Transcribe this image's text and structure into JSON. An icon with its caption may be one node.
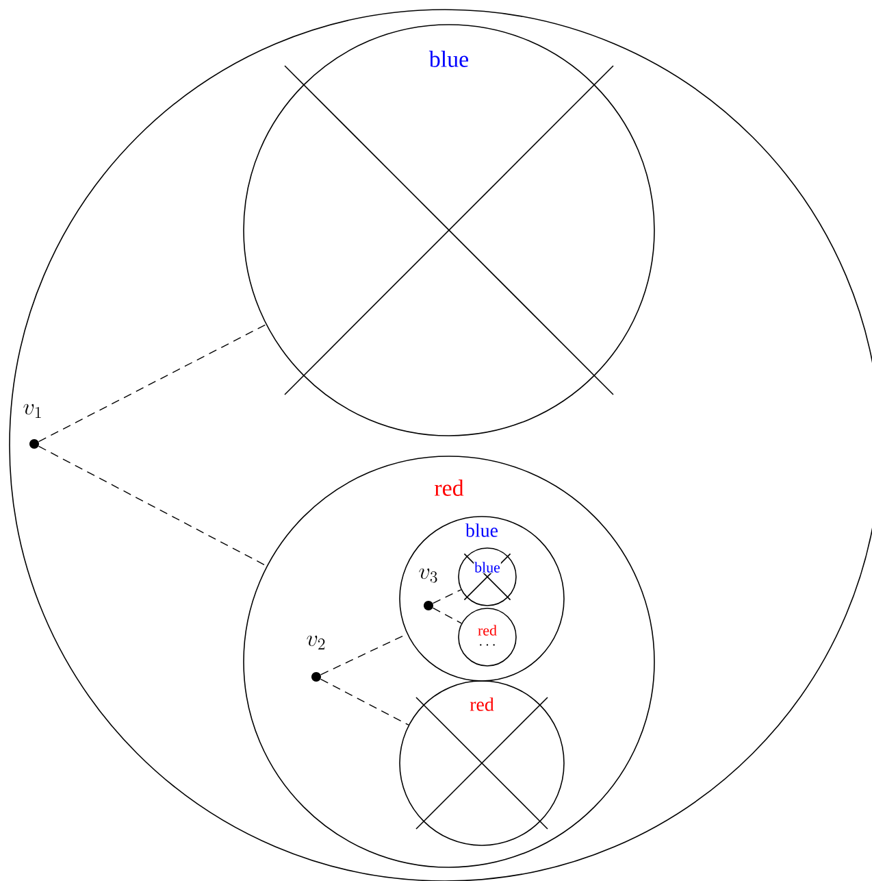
{
  "diagram": {
    "nodes": [
      {
        "text": [],
        "shape": "circle"
      },
      {
        "text": [
          "blue"
        ],
        "in": 0
      },
      {
        "text": [
          "red"
        ],
        "in": 0
      },
      {
        "text": [],
        "shape": "circle",
        "beside": [
          "v_1"
        ],
        "in": 0
      },
      {
        "text": [
          "blue"
        ],
        "in": 2
      },
      {
        "text": [
          "blue"
        ],
        "in": 4
      },
      {
        "text": [
          "red",
          "\\cdots"
        ],
        "in": 4
      },
      {
        "text": [
          "red"
        ],
        "in": 2
      },
      {
        "text": [],
        "shape": "circle",
        "beside": [
          "v_2"
        ],
        "in": 2
      },
      {
        "text": [],
        "shape": "circle",
        "beside": [
          "v_3"
        ],
        "in": 4
      }
    ],
    "edges": [
      {
        "from": 3,
        "to": 1,
        "arrow": "none",
        "style": "dashed"
      },
      {
        "from": 3,
        "to": 2,
        "arrow": "none",
        "style": "dashed"
      },
      {
        "from": 8,
        "to": 4,
        "arrow": "none",
        "style": "dashed"
      },
      {
        "from": 8,
        "to": 7,
        "arrow": "none",
        "style": "dashed"
      },
      {
        "from": 9,
        "to": 5,
        "arrow": "none",
        "style": "dashed"
      },
      {
        "from": 9,
        "to": 6,
        "arrow": "none",
        "style": "dashed"
      }
    ]
  }
}
